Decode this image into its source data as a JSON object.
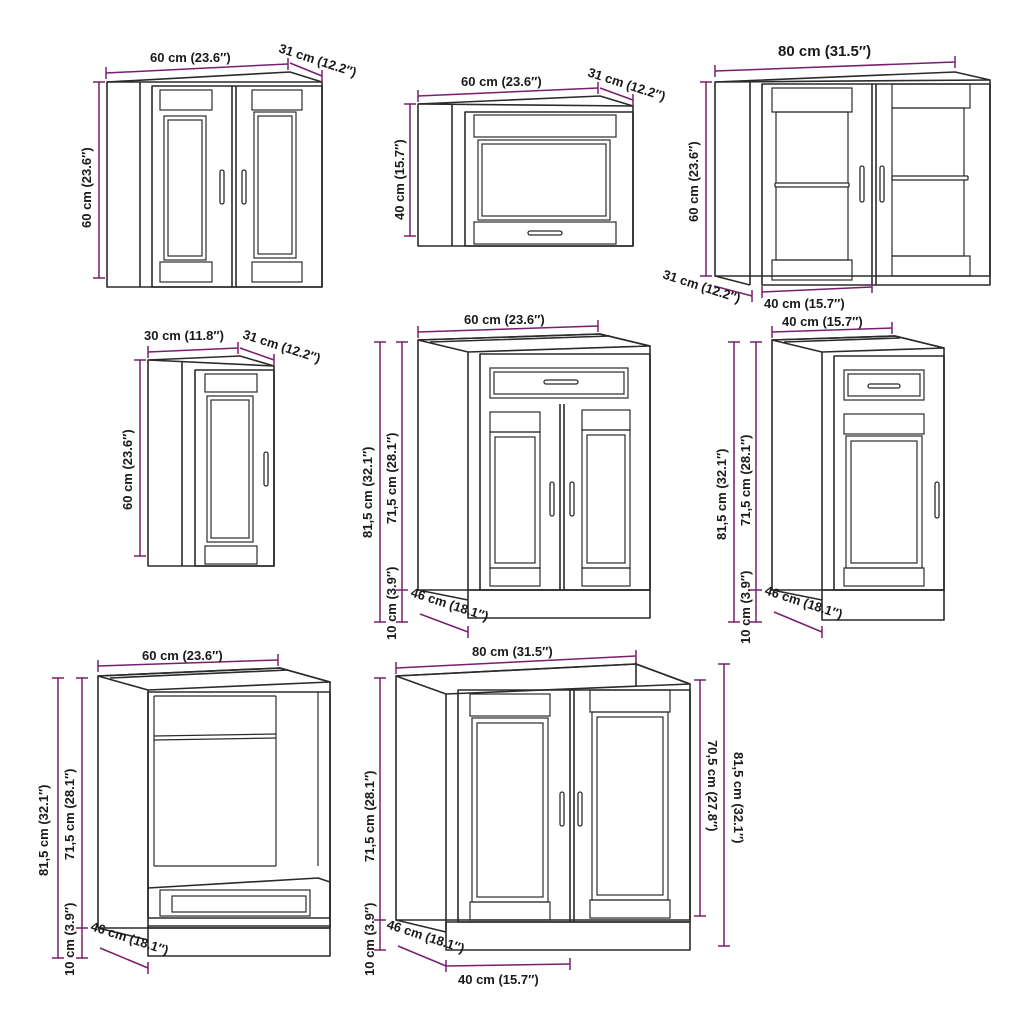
{
  "accent_color": "#7a1f6e",
  "line_color": "#2b2b2b",
  "units": {
    "w60": "60 cm (23.6″)",
    "w80": "80 cm (31.5″)",
    "w30": "30 cm (11.8″)",
    "w40": "40 cm (15.7″)",
    "d31": "31 cm (12.2″)",
    "d46": "46 cm (18.1″)",
    "h60": "60 cm (23.6″)",
    "h40": "40 cm (15.7″)",
    "h815": "81,5 cm (32.1″)",
    "h715": "71,5 cm (28.1″)",
    "h705": "70,5 cm (27.8″)",
    "h10": "10 cm (3.9″)"
  },
  "cabinets": [
    {
      "name": "wall-cabinet-60-double-door",
      "labels": [
        "60 cm (23.6″)",
        "31 cm (12.2″)",
        "60 cm (23.6″)"
      ]
    },
    {
      "name": "wall-cabinet-60-lift-door",
      "labels": [
        "60 cm (23.6″)",
        "31 cm (12.2″)",
        "40 cm (15.7″)"
      ]
    },
    {
      "name": "wall-cabinet-80-glass-door",
      "labels": [
        "80 cm (31.5″)",
        "60 cm (23.6″)",
        "31 cm (12.2″)",
        "40 cm (15.7″)"
      ]
    },
    {
      "name": "wall-cabinet-30-single-door",
      "labels": [
        "30 cm (11.8″)",
        "31 cm (12.2″)",
        "60 cm (23.6″)"
      ]
    },
    {
      "name": "base-cabinet-60-drawer-double-door",
      "labels": [
        "60 cm (23.6″)",
        "81,5 cm (32.1″)",
        "71,5 cm (28.1″)",
        "10 cm (3.9″)",
        "46 cm (18.1″)"
      ]
    },
    {
      "name": "base-cabinet-40-drawer-door",
      "labels": [
        "40 cm (15.7″)",
        "81,5 cm (32.1″)",
        "71,5 cm (28.1″)",
        "10 cm (3.9″)",
        "46 cm (18.1″)"
      ]
    },
    {
      "name": "oven-cabinet-60",
      "labels": [
        "60 cm (23.6″)",
        "81,5 cm (32.1″)",
        "71,5 cm (28.1″)",
        "10 cm (3.9″)",
        "46 cm (18.1″)"
      ]
    },
    {
      "name": "sink-base-cabinet-80",
      "labels": [
        "80 cm (31.5″)",
        "71,5 cm (28.1″)",
        "10 cm (3.9″)",
        "46 cm (18.1″)",
        "40 cm (15.7″)",
        "70,5 cm (27.8″)",
        "81,5 cm (32.1″)"
      ]
    }
  ]
}
